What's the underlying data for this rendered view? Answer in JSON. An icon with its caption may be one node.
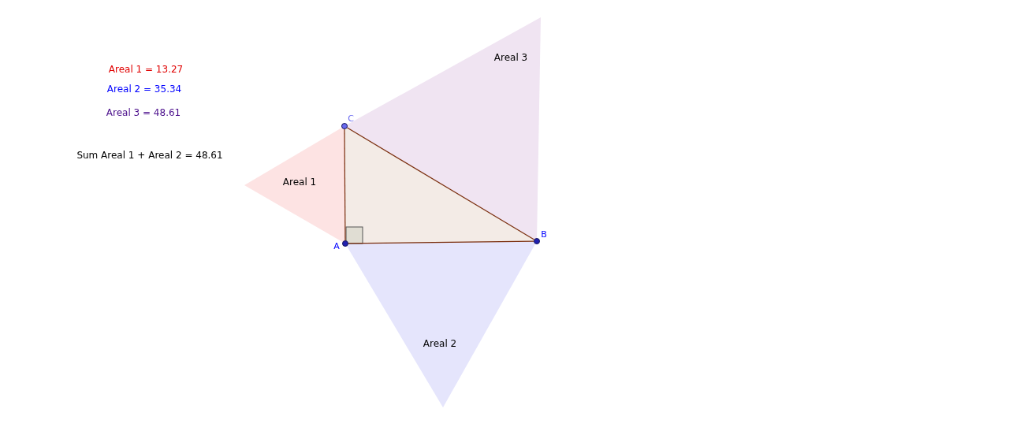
{
  "diagram": {
    "nodes": [
      {
        "text": [
          "Areal 3"
        ]
      },
      {
        "text": [
          "C"
        ]
      },
      {
        "text": [
          "Areal 1"
        ]
      },
      {
        "text": [
          "A"
        ]
      },
      {
        "text": [
          "B"
        ]
      },
      {
        "text": [
          "Areal 2"
        ]
      }
    ],
    "edges": [
      {
        "from": 1,
        "to": 3,
        "arrow": "none"
      },
      {
        "from": 3,
        "to": 4,
        "arrow": "none"
      },
      {
        "from": 4,
        "to": 1,
        "arrow": "none"
      }
    ],
    "labels": [
      "Areal 1 = 13.27",
      "Areal 2 = 35.34",
      "Areal 3 = 48.61",
      "Sum Areal 1 + Areal 2 = 48.61"
    ]
  }
}
